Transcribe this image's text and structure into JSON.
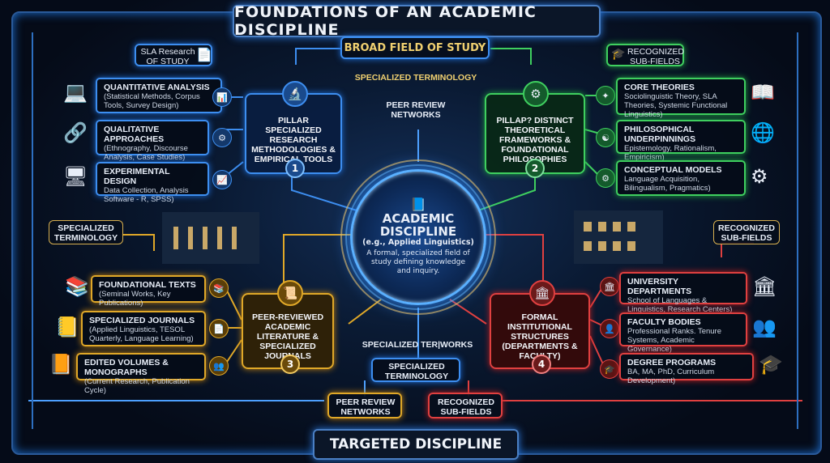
{
  "title": "FOUNDATIONS OF AN ACADEMIC DISCIPLINE",
  "footer": "TARGETED DISCIPLINE",
  "broad_field": "BROAD FIELD OF STUDY",
  "center": {
    "title_line1": "ACADEMIC",
    "title_line2": "DISCIPLINE",
    "subtitle": "(e.g., Applied Linguistics)",
    "desc": "A formal, specialized field of study defining knowledge and inquiry."
  },
  "floating_labels": {
    "specialized_terminology_top": "SPECIALIZED TERMINOLOGY",
    "peer_review_top": "PEER REVIEW NETWORKS",
    "specialized_terworks": "SPECIALIZED TER|WORKS",
    "specialized_terminology_bottom": "SPECIALIZED TERMINOLOGY",
    "sla_research": "SLA Research OF STUDY",
    "recognized_top": "RECOGNIZED SUB-FIELDS",
    "specialized_terminology_left": "SPECIALIZED TERMINOLOGY",
    "recognized_right": "RECOGNIZED SUB-FIELDS",
    "peer_review_bottom": "PEER REVIEW NETWORKS",
    "recognized_bottom": "RECOGNIZED SUB-FIELDS"
  },
  "pillars": [
    {
      "title": "PILLAR SPECIALIZED RESEARCH METHODOLOGIES & EMPIRICAL TOOLS",
      "number": "1",
      "color": "#3d8ef0",
      "icon": "microscope-icon"
    },
    {
      "title": "PILLAP? DISTINCT THEORETICAL FRAMEWORKS & FOUNDATIONAL PHILOSOPHIES",
      "number": "2",
      "color": "#3fcf5f",
      "icon": "gear-brain-icon"
    },
    {
      "title": "PEER-REVIEWED ACADEMIC LITERATURE & SPECIALIZED JOURNALS",
      "number": "3",
      "color": "#e0a828",
      "icon": "document-icon"
    },
    {
      "title": "FORMAL INSTITUTIONAL STRUCTURES (DEPARTMENTS & FACULTY)",
      "number": "4",
      "color": "#e04040",
      "icon": "building-icon"
    }
  ],
  "left_top_items": [
    {
      "h": "QUANTITATIVE ANALYSIS",
      "s": "(Statistical Methods, Corpus Tools, Survey Design)"
    },
    {
      "h": "QUALITATIVE APPROACHES",
      "s": "(Ethnography, Discourse Analysis, Case Studies)"
    },
    {
      "h": "EXPERIMENTAL DESIGN",
      "s": "Data Collection, Analysis Software - R, SPSS)"
    }
  ],
  "right_top_items": [
    {
      "h": "CORE THEORIES",
      "s": "Sociolinguistic Theory, SLA Theories, Systemic Functional Linguistics)"
    },
    {
      "h": "PHILOSOPHICAL UNDERPINNINGS",
      "s": "Epistemology, Rationalism, Empiricism)"
    },
    {
      "h": "CONCEPTUAL MODELS",
      "s": "Language Acquisition, Bilingualism, Pragmatics)"
    }
  ],
  "left_bottom_items": [
    {
      "h": "FOUNDATIONAL TEXTS",
      "s": "(Seminal Works, Key Publications)"
    },
    {
      "h": "SPECIALIZED JOURNALS",
      "s": "(Applied Linguistics, TESOL Quarterly, Language Learning)"
    },
    {
      "h": "EDITED VOLUMES & MONOGRAPHS",
      "s": "(Current Research, Publication Cycle)"
    }
  ],
  "right_bottom_items": [
    {
      "h": "UNIVERSITY DEPARTMENTS",
      "s": "School of Languages & Linguistics, Research Centers)"
    },
    {
      "h": "FACULTY BODIES",
      "s": "Professional Ranks. Tenure Systems, Academic Governance)"
    },
    {
      "h": "DEGREE PROGRAMS",
      "s": "BA, MA, PhD, Curriculum Development)"
    }
  ]
}
